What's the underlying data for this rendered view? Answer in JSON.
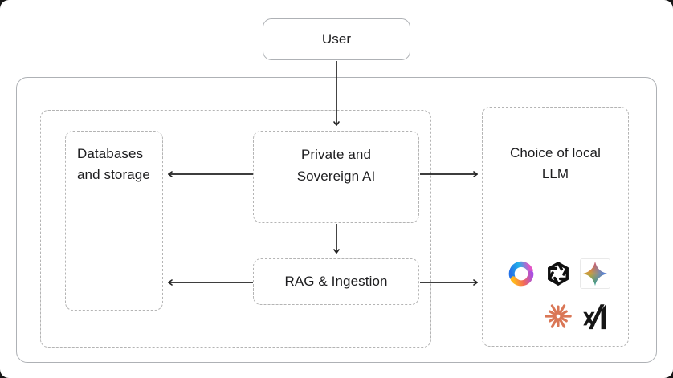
{
  "nodes": {
    "user": "User",
    "private_ai": "Private and Sovereign AI",
    "databases": "Databases and storage",
    "rag": "RAG & Ingestion",
    "choice": "Choice of local LLM"
  },
  "logos": {
    "row1": [
      "Microsoft Copilot",
      "OpenAI",
      "Google Gemini"
    ],
    "row2": [
      "Claude",
      "xAI"
    ]
  },
  "colors": {
    "text": "#1d1d1f",
    "arrow": "#232323",
    "solid_border": "#aeb1b5",
    "dashed_border": "#b4b4b4",
    "claude_coral": "#DA7756",
    "background": "#ffffff"
  }
}
